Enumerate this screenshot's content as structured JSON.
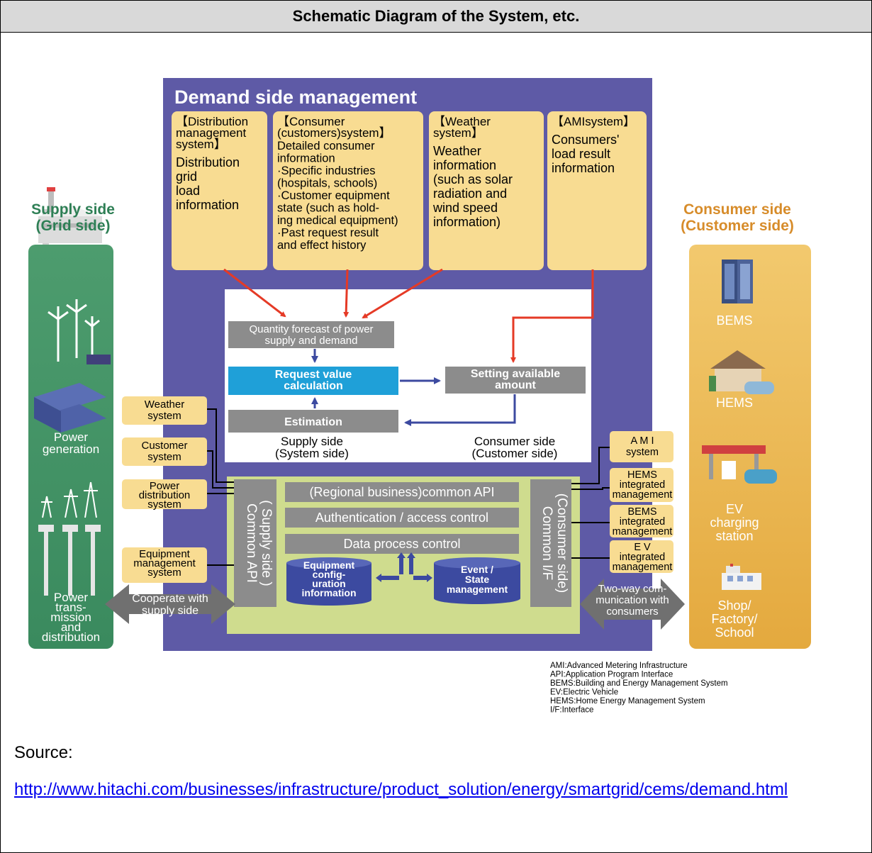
{
  "header": {
    "title": "Schematic Diagram of the System, etc."
  },
  "diagram": {
    "title": "Demand side management",
    "top_boxes": [
      {
        "header": [
          "【Distribution",
          "management",
          "system】"
        ],
        "body": [
          "Distribution",
          "grid",
          "load",
          "information"
        ]
      },
      {
        "header": [
          "【Consumer",
          "(customers)system】"
        ],
        "body": [
          "Detailed consumer",
          "information",
          "·Specific industries",
          "(hospitals, schools)",
          "·Customer equipment",
          "state (such as hold-",
          "ing medical equipment)",
          "·Past request result",
          "and effect history"
        ]
      },
      {
        "header": [
          "【Weather",
          "system】"
        ],
        "body": [
          "Weather",
          "information",
          "(such as solar",
          "radiation and",
          "wind speed",
          "information)"
        ]
      },
      {
        "header": [
          "【AMIsystem】"
        ],
        "body": [
          "Consumers'",
          "load result",
          "information"
        ]
      }
    ],
    "supply_side": {
      "title": [
        "Supply side",
        "(Grid side)"
      ],
      "gen_label": [
        "Power",
        "generation"
      ],
      "trans_label": [
        "Power",
        "trans-",
        "mission",
        "and",
        "distribution"
      ]
    },
    "consumer_side": {
      "title": [
        "Consumer side",
        "(Customer side)"
      ],
      "items": [
        [
          "BEMS"
        ],
        [
          "HEMS"
        ],
        [
          "EV",
          "charging",
          "station"
        ],
        [
          "Shop/",
          "Factory/",
          "School"
        ]
      ]
    },
    "process": {
      "forecast": [
        "Quantity forecast of power",
        "supply and demand"
      ],
      "request": [
        "Request value",
        "calculation"
      ],
      "setting": [
        "Setting available",
        "amount"
      ],
      "estimation": "Estimation",
      "supply_label": [
        "Supply side",
        "(System side)"
      ],
      "consumer_label": [
        "Consumer side",
        "(Customer side)"
      ]
    },
    "left_systems": [
      [
        "Weather",
        "system"
      ],
      [
        "Customer",
        "system"
      ],
      [
        "Power",
        "distribution",
        "system"
      ],
      [
        "Equipment",
        "management",
        "system"
      ]
    ],
    "right_systems": [
      [
        "A M I",
        "system"
      ],
      [
        "HEMS",
        "integrated",
        "management"
      ],
      [
        "BEMS",
        "integrated",
        "management"
      ],
      [
        "E V",
        "integrated",
        "management"
      ]
    ],
    "api": {
      "left_vertical": [
        "( Supply side )",
        "Common API"
      ],
      "right_vertical": [
        "(Consumer side)",
        "Common I/F"
      ],
      "layers": [
        "(Regional business)common API",
        "Authentication / access control",
        "Data process control"
      ],
      "db_left": [
        "Equipment",
        "config-",
        "uration",
        "information"
      ],
      "db_right": [
        "Event /",
        "State",
        "management"
      ]
    },
    "arrows": {
      "left": [
        "Cooperate with",
        "supply side"
      ],
      "right": [
        "Two-way com-",
        "munication with",
        "consumers"
      ]
    },
    "glossary": [
      "AMI:Advanced Metering Infrastructure",
      "API:Application Program Interface",
      "BEMS:Building and Energy Management System",
      "EV:Electric Vehicle",
      "HEMS:Home Energy Management System",
      "I/F:Interface"
    ],
    "colors": {
      "purple": "#5e5aa6",
      "yellow": "#f8dc92",
      "green": "#cfdc8e",
      "gray": "#8c8c8c",
      "blue": "#1fa0d8",
      "red": "#e53a26",
      "navy": "#3c4aa0"
    }
  },
  "source": {
    "label": "Source:",
    "url": "http://www.hitachi.com/businesses/infrastructure/product_solution/energy/smartgrid/cems/demand.html"
  }
}
